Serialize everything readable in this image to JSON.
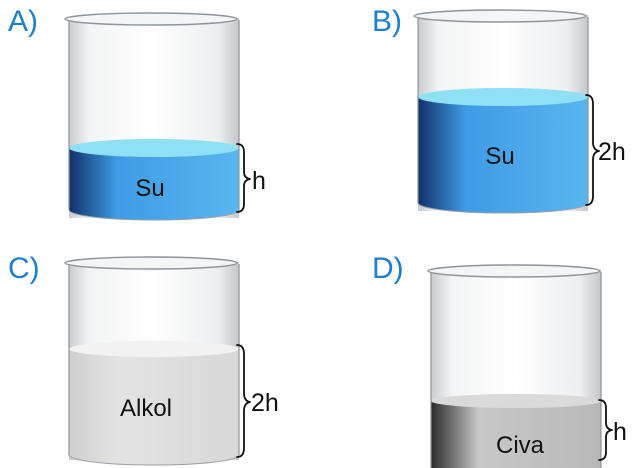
{
  "options": [
    {
      "label": "A)",
      "liquid": "Su",
      "height_label": "h",
      "level": 1,
      "colors": {
        "top": "#8fe0f4",
        "dark": "#12306a",
        "mid": "#3f9be4",
        "light": "#5ab6f0"
      }
    },
    {
      "label": "B)",
      "liquid": "Su",
      "height_label": "2h",
      "level": 2,
      "colors": {
        "top": "#8fe0f4",
        "dark": "#12306a",
        "mid": "#3f9be4",
        "light": "#5ab6f0"
      }
    },
    {
      "label": "C)",
      "liquid": "Alkol",
      "height_label": "2h",
      "level": 2,
      "colors": {
        "top": "#f2f2f2",
        "dark": "#cfcfcf",
        "mid": "#e3e3e3",
        "light": "#d8d8d8"
      }
    },
    {
      "label": "D)",
      "liquid": "Civa",
      "height_label": "h",
      "level": 1,
      "colors": {
        "top": "#dadada",
        "dark": "#2a2a2a",
        "mid": "#c8c8c8",
        "light": "#b8b8b8"
      }
    }
  ]
}
